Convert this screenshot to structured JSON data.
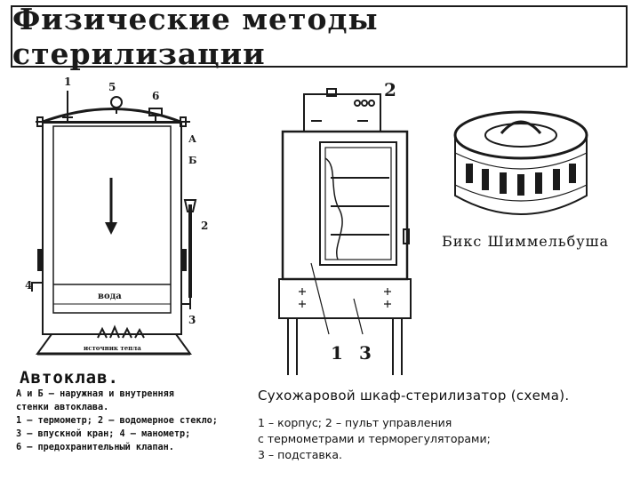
{
  "title": "Физические методы стерилизации",
  "autoclave": {
    "caption": "Автоклав.",
    "legend_lines": [
      "А и Б – наружная и внутренняя",
      "стенки автоклава.",
      "1 – термометр; 2 – водомерное стекло;",
      "3 – впускной кран; 4 – манометр;",
      "6 – предохранительный клапан."
    ],
    "labels": {
      "n1": "1",
      "n5": "5",
      "n6": "6",
      "nA": "А",
      "nB": "Б",
      "n2": "2",
      "n4": "4",
      "n3": "3",
      "water": "вода",
      "heater": "источник тепла"
    }
  },
  "dryer": {
    "caption": "Сухожаровой шкаф-стерилизатор (схема).",
    "legend_lines": [
      "1 – корпус; 2 – пульт управления",
      "с термометрами и терморегуляторами;",
      "3 – подставка."
    ],
    "labels": {
      "n2": "2",
      "n1": "1",
      "n3": "3"
    }
  },
  "bix": {
    "caption": "Бикс Шиммельбуша"
  }
}
